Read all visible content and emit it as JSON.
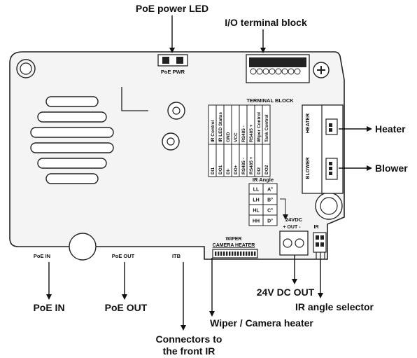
{
  "callouts": {
    "poe_power_led": "PoE power LED",
    "io_terminal_block": "I/O terminal block",
    "heater": "Heater",
    "blower": "Blower",
    "poe_in": "PoE IN",
    "poe_out": "PoE OUT",
    "dc_out": "24V DC OUT",
    "ir_angle_selector": "IR angle selector",
    "wiper_camera_heater": "Wiper / Camera heater",
    "front_ir_line1": "Connectors to",
    "front_ir_line2": "the front IR"
  },
  "board": {
    "poe_pwr": "PoE PWR",
    "terminal_block_title": "TERMINAL BLOCK",
    "terminal_top": [
      "IR Control",
      "IR LED Status",
      "GND",
      "VCC",
      "RS485 -",
      "RS485 +",
      "Wiper Control",
      "Tank Control"
    ],
    "terminal_bottom": [
      "DI1",
      "DO1",
      "DI-",
      "DO+",
      "RS485 -",
      "RS485 +",
      "DI2",
      "DO2"
    ],
    "heater_label": "HEATER",
    "blower_label": "BLOWER",
    "ir_angle_title": "IR Angle",
    "ir_angle_rows": [
      {
        "code": "LL",
        "angle": "A°"
      },
      {
        "code": "LH",
        "angle": "B°"
      },
      {
        "code": "HL",
        "angle": "C°"
      },
      {
        "code": "HH",
        "angle": "D°"
      }
    ],
    "dc_label": "24VDC",
    "dc_sub": "+ OUT -",
    "ir_label": "IR",
    "poe_in_label": "PoE IN",
    "poe_out_label": "PoE OUT",
    "itb_label": "ITB",
    "wiper_label": "WIPER",
    "camera_heater_label": "CAMERA HEATER"
  }
}
